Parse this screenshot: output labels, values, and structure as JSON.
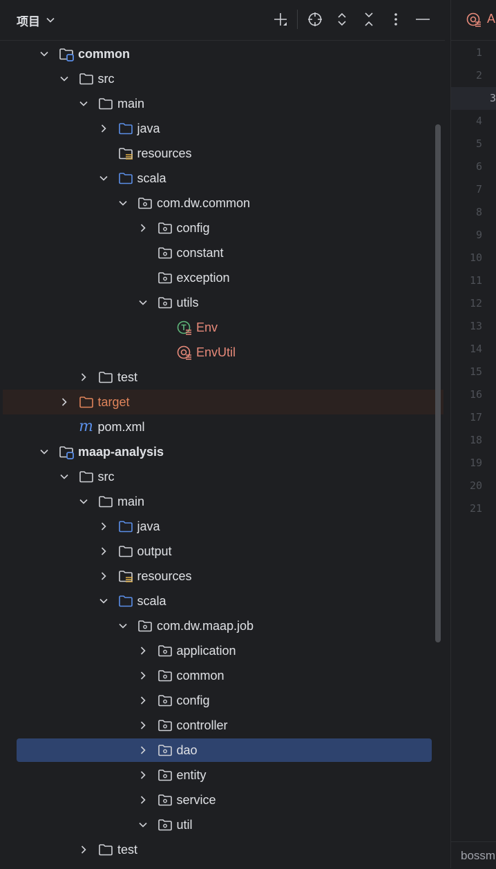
{
  "header": {
    "title": "项目"
  },
  "tree": [
    {
      "label": "common",
      "indent": 0,
      "chevron": "down",
      "icon": "module-folder-icon",
      "style": "bold"
    },
    {
      "label": "src",
      "indent": 1,
      "chevron": "down",
      "icon": "folder-icon"
    },
    {
      "label": "main",
      "indent": 2,
      "chevron": "down",
      "icon": "folder-icon"
    },
    {
      "label": "java",
      "indent": 3,
      "chevron": "right",
      "icon": "source-folder-icon"
    },
    {
      "label": "resources",
      "indent": 3,
      "chevron": "none",
      "icon": "resources-folder-icon"
    },
    {
      "label": "scala",
      "indent": 3,
      "chevron": "down",
      "icon": "source-folder-icon"
    },
    {
      "label": "com.dw.common",
      "indent": 4,
      "chevron": "down",
      "icon": "package-icon"
    },
    {
      "label": "config",
      "indent": 5,
      "chevron": "right",
      "icon": "package-icon"
    },
    {
      "label": "constant",
      "indent": 5,
      "chevron": "none",
      "icon": "package-icon"
    },
    {
      "label": "exception",
      "indent": 5,
      "chevron": "none",
      "icon": "package-icon"
    },
    {
      "label": "utils",
      "indent": 5,
      "chevron": "down",
      "icon": "package-icon"
    },
    {
      "label": "Env",
      "indent": 6,
      "chevron": "none",
      "icon": "trait-icon",
      "style": "red"
    },
    {
      "label": "EnvUtil",
      "indent": 6,
      "chevron": "none",
      "icon": "object-icon",
      "style": "red"
    },
    {
      "label": "test",
      "indent": 2,
      "chevron": "right",
      "icon": "folder-icon"
    },
    {
      "label": "target",
      "indent": 1,
      "chevron": "right",
      "icon": "excluded-folder-icon",
      "style": "orange",
      "highlight": true
    },
    {
      "label": "pom.xml",
      "indent": 1,
      "chevron": "none",
      "icon": "maven-icon"
    },
    {
      "label": "maap-analysis",
      "indent": 0,
      "chevron": "down",
      "icon": "module-folder-icon",
      "style": "bold"
    },
    {
      "label": "src",
      "indent": 1,
      "chevron": "down",
      "icon": "folder-icon"
    },
    {
      "label": "main",
      "indent": 2,
      "chevron": "down",
      "icon": "folder-icon"
    },
    {
      "label": "java",
      "indent": 3,
      "chevron": "right",
      "icon": "source-folder-icon"
    },
    {
      "label": "output",
      "indent": 3,
      "chevron": "right",
      "icon": "folder-icon"
    },
    {
      "label": "resources",
      "indent": 3,
      "chevron": "right",
      "icon": "resources-folder-icon"
    },
    {
      "label": "scala",
      "indent": 3,
      "chevron": "down",
      "icon": "source-folder-icon"
    },
    {
      "label": "com.dw.maap.job",
      "indent": 4,
      "chevron": "down",
      "icon": "package-icon"
    },
    {
      "label": "application",
      "indent": 5,
      "chevron": "right",
      "icon": "package-icon"
    },
    {
      "label": "common",
      "indent": 5,
      "chevron": "right",
      "icon": "package-icon"
    },
    {
      "label": "config",
      "indent": 5,
      "chevron": "right",
      "icon": "package-icon"
    },
    {
      "label": "controller",
      "indent": 5,
      "chevron": "right",
      "icon": "package-icon"
    },
    {
      "label": "dao",
      "indent": 5,
      "chevron": "right",
      "icon": "package-icon",
      "selected": true
    },
    {
      "label": "entity",
      "indent": 5,
      "chevron": "right",
      "icon": "package-icon"
    },
    {
      "label": "service",
      "indent": 5,
      "chevron": "right",
      "icon": "package-icon"
    },
    {
      "label": "util",
      "indent": 5,
      "chevron": "down",
      "icon": "package-icon"
    },
    {
      "label": "test",
      "indent": 2,
      "chevron": "right",
      "icon": "folder-icon"
    }
  ],
  "editor": {
    "tab_label": "A",
    "line_numbers": [
      "1",
      "2",
      "3",
      "4",
      "5",
      "6",
      "7",
      "8",
      "9",
      "10",
      "11",
      "12",
      "13",
      "14",
      "15",
      "16",
      "17",
      "18",
      "19",
      "20",
      "21"
    ],
    "current_line": "3",
    "status_text": "bossm"
  },
  "colors": {
    "background": "#1e1f22",
    "selection": "#2e436e",
    "highlight_row": "#2b2220",
    "text": "#dfe1e5",
    "excluded": "#e0845b",
    "class_red": "#e88a7a",
    "source_blue": "#5b8fe8"
  }
}
